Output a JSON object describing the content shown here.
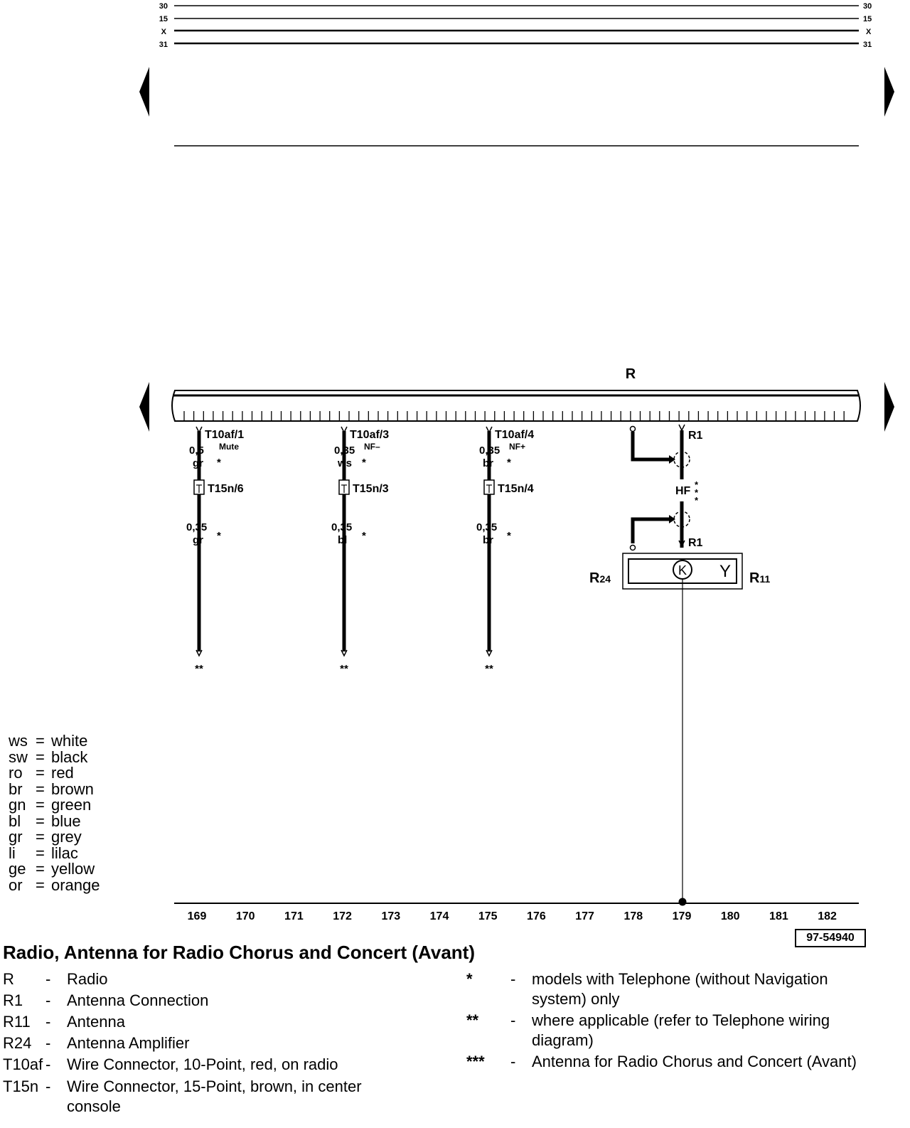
{
  "supply_lines": {
    "labels": [
      "30",
      "15",
      "X",
      "31"
    ]
  },
  "radio": {
    "label": "R"
  },
  "pins": [
    {
      "connector": "T10af/1",
      "signal": "Mute",
      "size": "0,5",
      "color": "gr",
      "note": "*",
      "split": "T15n/6",
      "size2": "0,35",
      "color2": "gr",
      "note2": "*",
      "end": "**"
    },
    {
      "connector": "T10af/3",
      "signal": "NF–",
      "size": "0,35",
      "color": "ws",
      "note": "*",
      "split": "T15n/3",
      "size2": "0,35",
      "color2": "bl",
      "note2": "*",
      "end": "**"
    },
    {
      "connector": "T10af/4",
      "signal": "NF+",
      "size": "0,35",
      "color": "br",
      "note": "*",
      "split": "T15n/4",
      "size2": "0,35",
      "color2": "br",
      "note2": "*",
      "end": "**"
    }
  ],
  "antenna": {
    "r1_top": "R1",
    "hf": "HF",
    "hf_note": "***",
    "r1_bottom": "R1",
    "r24": "R",
    "r24_sub": "24",
    "r11": "R",
    "r11_sub": "11",
    "symbol_k": "K",
    "symbol_y": "Y"
  },
  "ground_ruler": [
    "169",
    "170",
    "171",
    "172",
    "173",
    "174",
    "175",
    "176",
    "177",
    "178",
    "179",
    "180",
    "181",
    "182"
  ],
  "color_legend": [
    {
      "code": "ws",
      "eq": "=",
      "name": "white"
    },
    {
      "code": "sw",
      "eq": "=",
      "name": "black"
    },
    {
      "code": "ro",
      "eq": "=",
      "name": "red"
    },
    {
      "code": "br",
      "eq": "=",
      "name": "brown"
    },
    {
      "code": "gn",
      "eq": "=",
      "name": "green"
    },
    {
      "code": "bl",
      "eq": "=",
      "name": "blue"
    },
    {
      "code": "gr",
      "eq": "=",
      "name": "grey"
    },
    {
      "code": "li",
      "eq": "=",
      "name": "lilac"
    },
    {
      "code": "ge",
      "eq": "=",
      "name": "yellow"
    },
    {
      "code": "or",
      "eq": "=",
      "name": "orange"
    }
  ],
  "doc_number": "97-54940",
  "title": "Radio, Antenna for Radio Chorus and Concert (Avant)",
  "components": [
    {
      "code": "R",
      "dash": "-",
      "text": "Radio"
    },
    {
      "code": "R1",
      "dash": "-",
      "text": "Antenna Connection"
    },
    {
      "code": "R11",
      "dash": "-",
      "text": "Antenna"
    },
    {
      "code": "R24",
      "dash": "-",
      "text": "Antenna Amplifier"
    },
    {
      "code": "T10af",
      "dash": "-",
      "text": "Wire Connector, 10-Point, red, on radio"
    },
    {
      "code": "T15n",
      "dash": "-",
      "text": "Wire Connector, 15-Point, brown, in center console"
    }
  ],
  "notes": [
    {
      "sym": "*",
      "dash": "-",
      "text": "models with Telephone (without Navigation system) only"
    },
    {
      "sym": "**",
      "dash": "-",
      "text": "where applicable (refer to Telephone wiring diagram)"
    },
    {
      "sym": "***",
      "dash": "-",
      "text": "Antenna for Radio Chorus and Concert (Avant)"
    }
  ]
}
